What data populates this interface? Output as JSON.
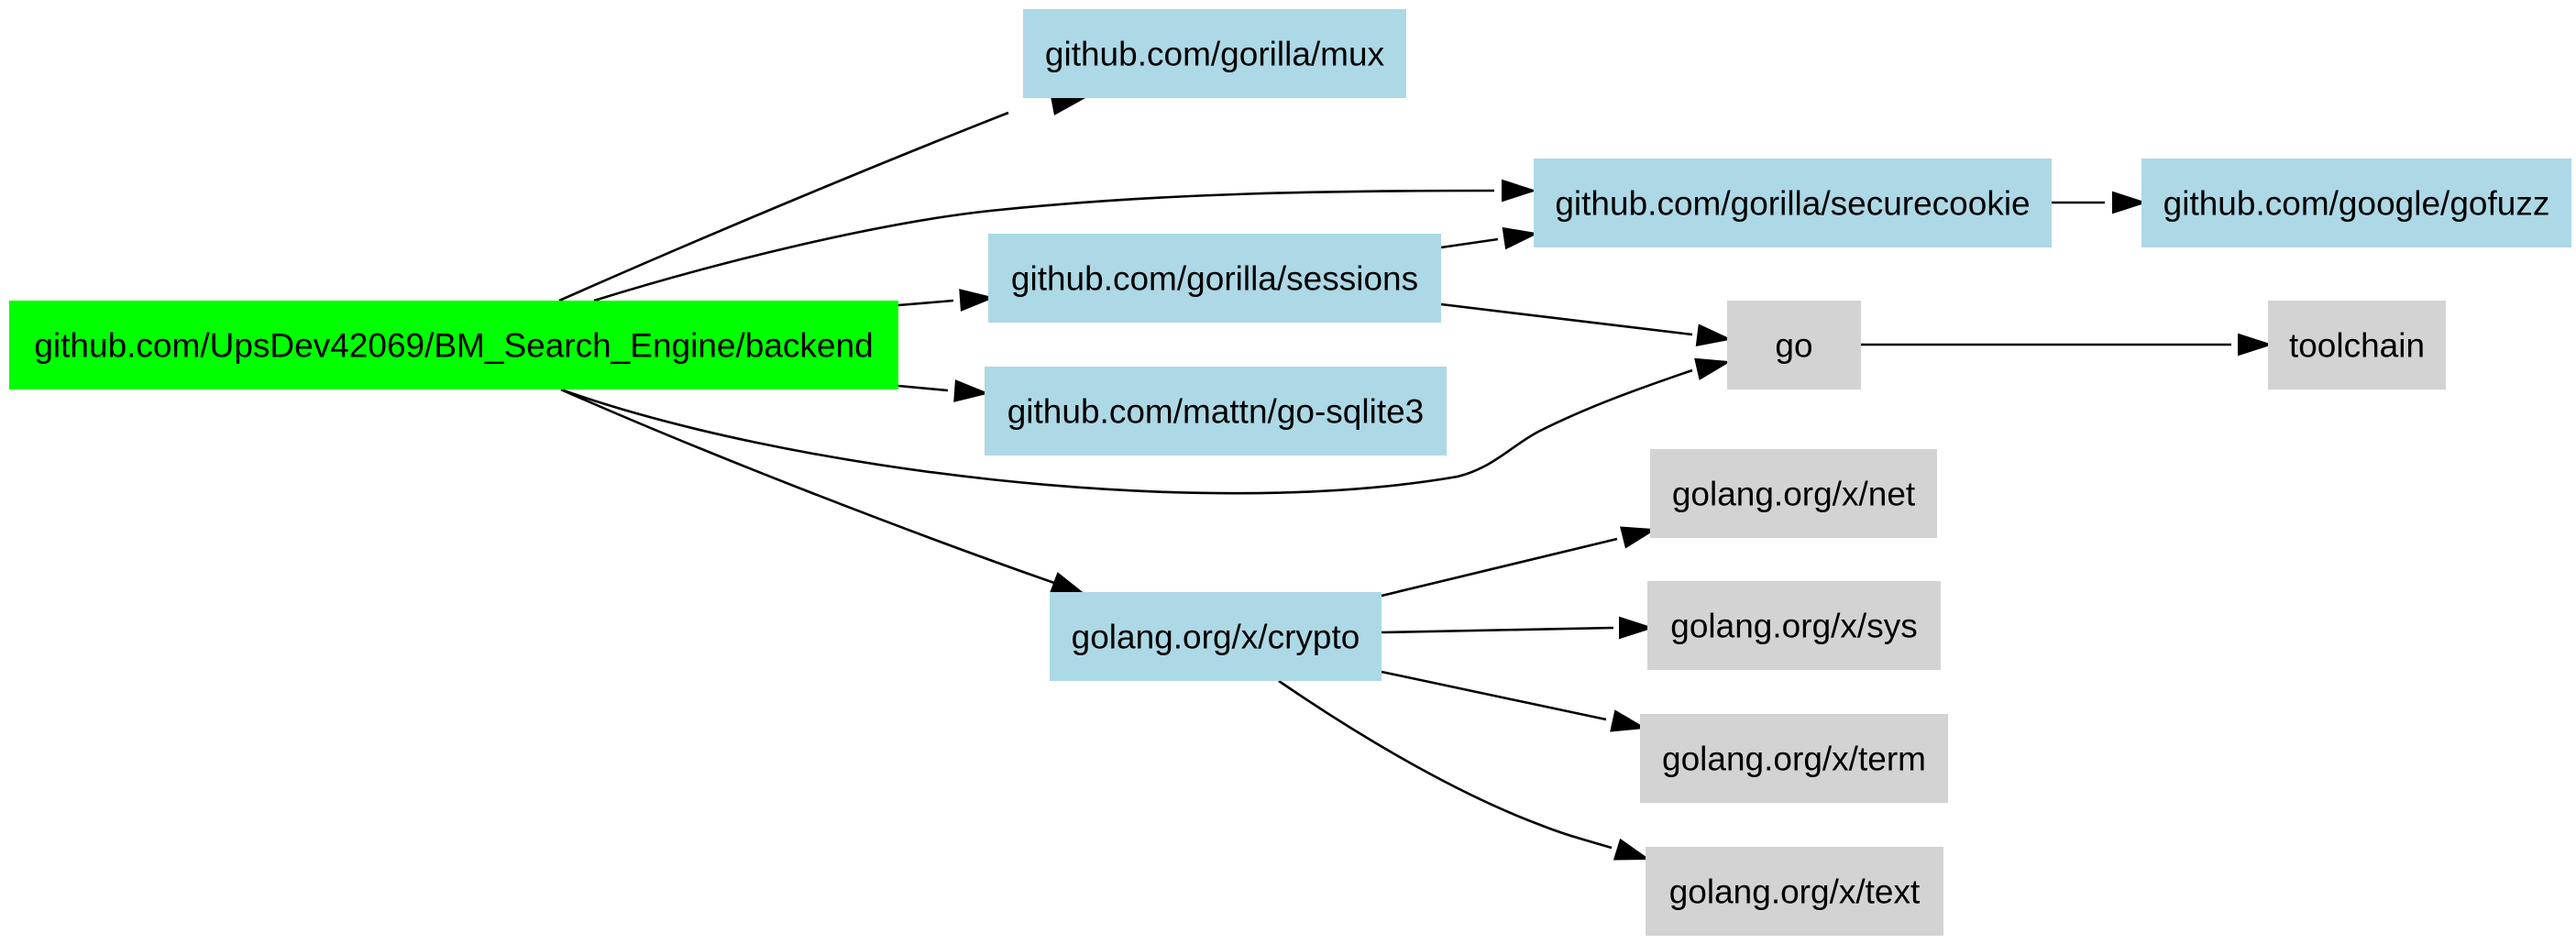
{
  "colors": {
    "root": "#00ff00",
    "direct_dependency": "#add8e6",
    "indirect_dependency": "#d3d3d3",
    "edge": "#000000",
    "background": "#ffffff"
  },
  "nodes": [
    {
      "id": "backend",
      "label": "github.com/UpsDev42069/BM_Search_Engine/backend",
      "kind": "root"
    },
    {
      "id": "mux",
      "label": "github.com/gorilla/mux",
      "kind": "direct_dependency"
    },
    {
      "id": "securecookie",
      "label": "github.com/gorilla/securecookie",
      "kind": "direct_dependency"
    },
    {
      "id": "gofuzz",
      "label": "github.com/google/gofuzz",
      "kind": "direct_dependency"
    },
    {
      "id": "sessions",
      "label": "github.com/gorilla/sessions",
      "kind": "direct_dependency"
    },
    {
      "id": "sqlite3",
      "label": "github.com/mattn/go-sqlite3",
      "kind": "direct_dependency"
    },
    {
      "id": "go",
      "label": "go",
      "kind": "indirect_dependency"
    },
    {
      "id": "toolchain",
      "label": "toolchain",
      "kind": "indirect_dependency"
    },
    {
      "id": "crypto",
      "label": "golang.org/x/crypto",
      "kind": "direct_dependency"
    },
    {
      "id": "net",
      "label": "golang.org/x/net",
      "kind": "indirect_dependency"
    },
    {
      "id": "sys",
      "label": "golang.org/x/sys",
      "kind": "indirect_dependency"
    },
    {
      "id": "term",
      "label": "golang.org/x/term",
      "kind": "indirect_dependency"
    },
    {
      "id": "text",
      "label": "golang.org/x/text",
      "kind": "indirect_dependency"
    }
  ],
  "edges": [
    {
      "from": "backend",
      "to": "mux"
    },
    {
      "from": "backend",
      "to": "securecookie"
    },
    {
      "from": "backend",
      "to": "sessions"
    },
    {
      "from": "backend",
      "to": "sqlite3"
    },
    {
      "from": "backend",
      "to": "go"
    },
    {
      "from": "backend",
      "to": "crypto"
    },
    {
      "from": "sessions",
      "to": "securecookie"
    },
    {
      "from": "sessions",
      "to": "go"
    },
    {
      "from": "securecookie",
      "to": "gofuzz"
    },
    {
      "from": "go",
      "to": "toolchain"
    },
    {
      "from": "crypto",
      "to": "net"
    },
    {
      "from": "crypto",
      "to": "sys"
    },
    {
      "from": "crypto",
      "to": "term"
    },
    {
      "from": "crypto",
      "to": "text"
    }
  ]
}
